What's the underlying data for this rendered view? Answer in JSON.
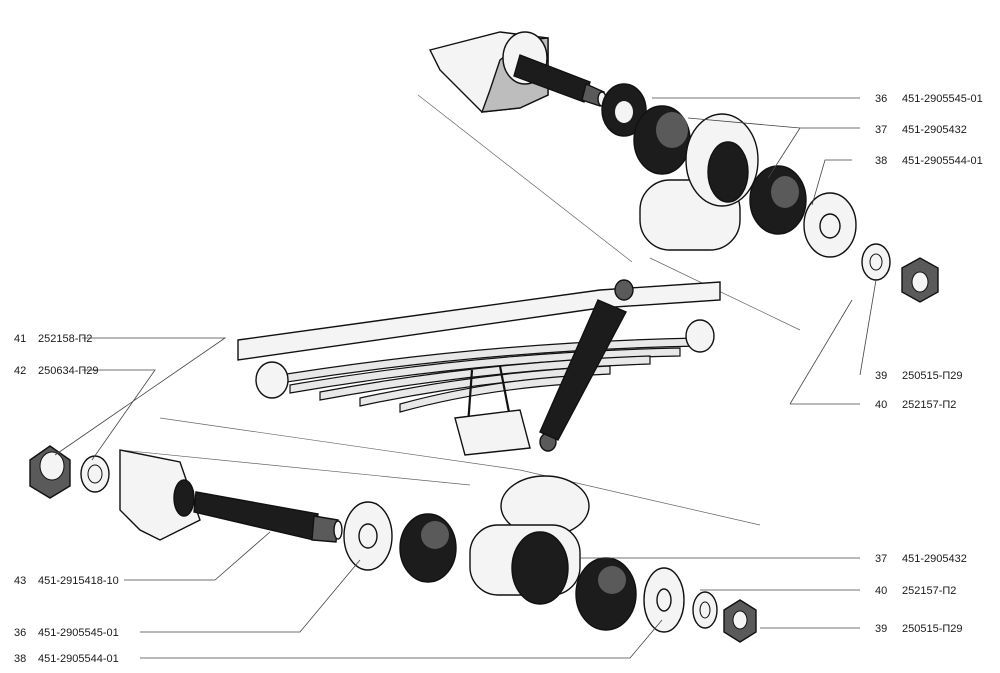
{
  "labels": [
    {
      "num": "36",
      "code": "451-2905545-01"
    },
    {
      "num": "37",
      "code": "451-2905432"
    },
    {
      "num": "38",
      "code": "451-2905544-01"
    },
    {
      "num": "39",
      "code": "250515-П29"
    },
    {
      "num": "40",
      "code": "252157-П2"
    },
    {
      "num": "41",
      "code": "252158-П2"
    },
    {
      "num": "42",
      "code": "250634-П29"
    },
    {
      "num": "37",
      "code": "451-2905432"
    },
    {
      "num": "40",
      "code": "252157-П2"
    },
    {
      "num": "39",
      "code": "250515-П29"
    },
    {
      "num": "43",
      "code": "451-2915418-10"
    },
    {
      "num": "36",
      "code": "451-2905545-01"
    },
    {
      "num": "38",
      "code": "451-2905544-01"
    }
  ]
}
